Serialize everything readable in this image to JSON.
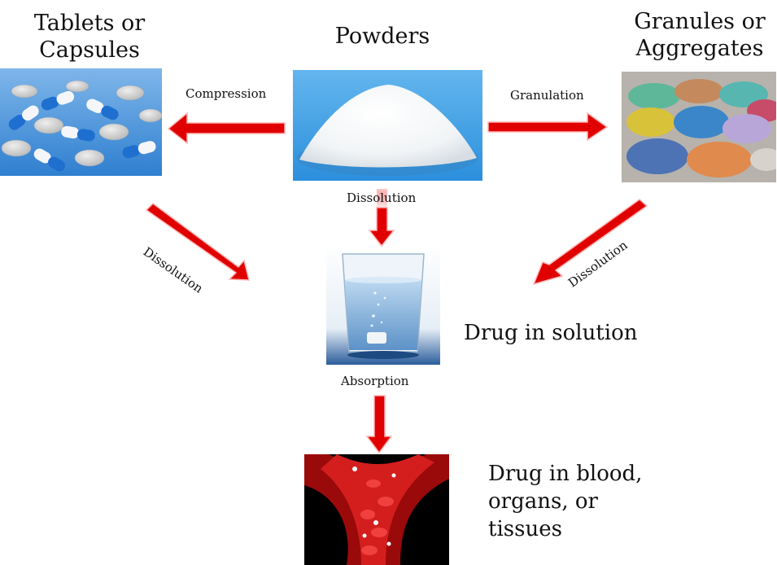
{
  "nodes": {
    "tablets": "Tablets or\nCapsules",
    "powders": "Powders",
    "granules": "Granules or\nAggregates",
    "solution": "Drug in solution",
    "blood": "Drug in blood,\norgans, or\ntissues"
  },
  "edges": {
    "compression": "Compression",
    "granulation": "Granulation",
    "dissolution_center": "Dissolution",
    "dissolution_left": "Dissolution",
    "dissolution_right": "Dissolution",
    "absorption": "Absorption"
  },
  "colors": {
    "arrow_fill": "#e00000",
    "arrow_edge": "#ffb3b3"
  }
}
